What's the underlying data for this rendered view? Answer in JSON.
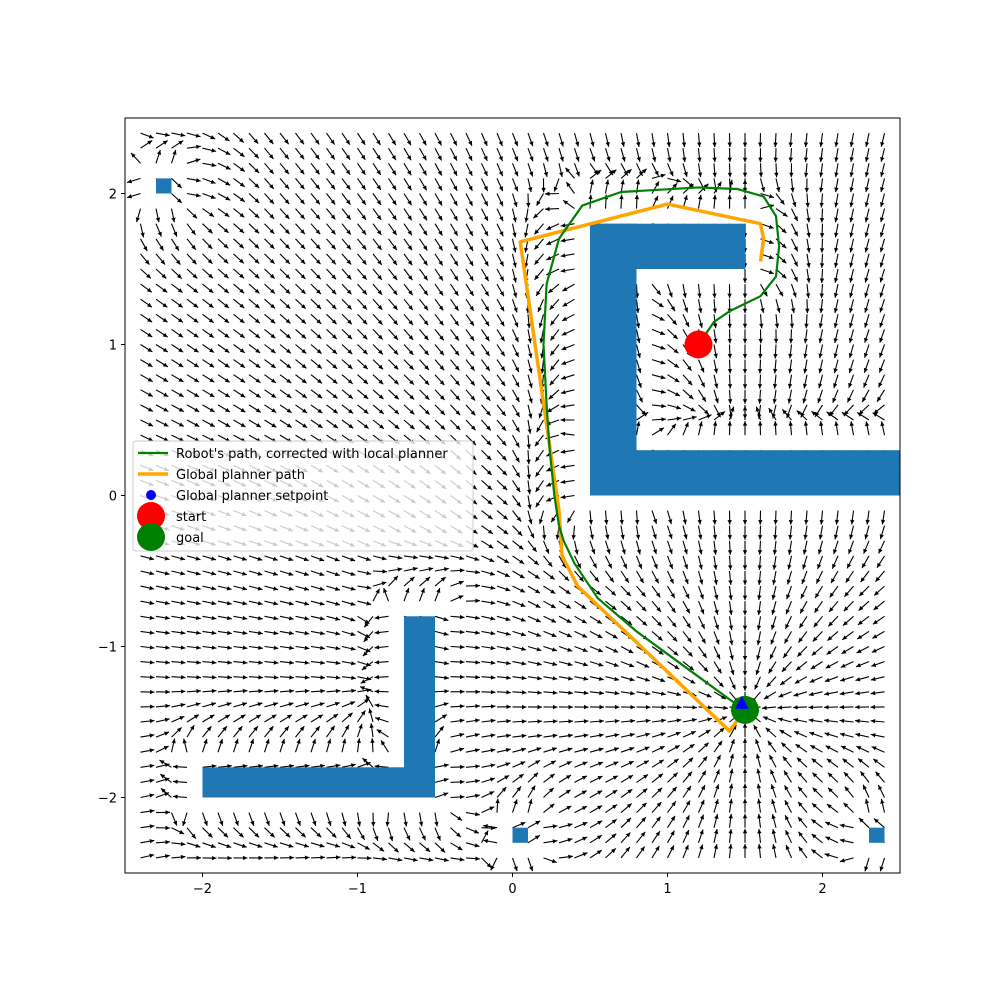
{
  "chart_data": {
    "type": "line",
    "title": "",
    "xlabel": "",
    "ylabel": "",
    "xlim": [
      -2.5,
      2.5
    ],
    "ylim": [
      -2.5,
      2.5
    ],
    "xticks": [
      -2,
      -1,
      0,
      1,
      2
    ],
    "yticks": [
      -2,
      -1,
      0,
      1,
      2
    ],
    "xtick_labels": [
      "−2",
      "−1",
      "0",
      "1",
      "2"
    ],
    "ytick_labels": [
      "−2",
      "−1",
      "0",
      "1",
      "2"
    ],
    "grid": false,
    "legend_position": "center-left",
    "colors": {
      "obstacle": "#1f77b4",
      "robot_path": "#008000",
      "global_path": "#ffa500",
      "setpoint": "#0000ff",
      "start": "#ff0000",
      "goal": "#008000",
      "arrows": "#000000"
    },
    "obstacles": [
      {
        "name": "top-right wall horizontal",
        "x": [
          0.5,
          1.5
        ],
        "y": [
          1.5,
          1.8
        ]
      },
      {
        "name": "top-right wall vertical",
        "x": [
          0.5,
          0.8
        ],
        "y": [
          0.0,
          1.8
        ]
      },
      {
        "name": "right wall bottom",
        "x": [
          0.5,
          2.5
        ],
        "y": [
          0.0,
          0.3
        ]
      },
      {
        "name": "bottom-left wall vertical",
        "x": [
          -0.7,
          -0.5
        ],
        "y": [
          -2.0,
          -0.8
        ]
      },
      {
        "name": "bottom-left wall horizontal",
        "x": [
          -2.0,
          -0.5
        ],
        "y": [
          -2.0,
          -1.8
        ]
      },
      {
        "name": "small block top-left",
        "x": [
          -2.3,
          -2.2
        ],
        "y": [
          2.0,
          2.1
        ]
      },
      {
        "name": "small block bottom-middle",
        "x": [
          0.0,
          0.1
        ],
        "y": [
          -2.3,
          -2.2
        ]
      },
      {
        "name": "small block bottom-right",
        "x": [
          2.3,
          2.4
        ],
        "y": [
          -2.3,
          -2.2
        ]
      }
    ],
    "series": [
      {
        "name": "Robot's path, corrected with local planner",
        "x": [
          1.2,
          1.3,
          1.4,
          1.6,
          1.7,
          1.72,
          1.7,
          1.62,
          1.45,
          1.2,
          0.7,
          0.45,
          0.3,
          0.22,
          0.2,
          0.22,
          0.24,
          0.27,
          0.3,
          0.33,
          0.4,
          0.55,
          0.8,
          1.0,
          1.2,
          1.4,
          1.5
        ],
        "y": [
          1.0,
          1.15,
          1.22,
          1.32,
          1.45,
          1.65,
          1.85,
          1.98,
          2.03,
          2.04,
          2.01,
          1.92,
          1.7,
          1.4,
          1.0,
          0.6,
          0.3,
          0.0,
          -0.2,
          -0.3,
          -0.45,
          -0.68,
          -0.9,
          -1.05,
          -1.2,
          -1.35,
          -1.42
        ]
      },
      {
        "name": "Global planner path",
        "x": [
          1.6,
          1.62,
          1.6,
          1.0,
          0.05,
          0.3,
          0.32,
          0.42,
          1.4,
          1.5
        ],
        "y": [
          1.55,
          1.7,
          1.8,
          1.93,
          1.68,
          -0.1,
          -0.4,
          -0.6,
          -1.56,
          -1.42
        ]
      }
    ],
    "setpoint": {
      "name": "Global planner setpoint",
      "x": 1.48,
      "y": -1.38
    },
    "start": {
      "name": "start",
      "x": 1.2,
      "y": 1.0
    },
    "goal": {
      "name": "goal",
      "x": 1.5,
      "y": -1.42
    },
    "quiver": {
      "x_range": [
        -2.4,
        2.4
      ],
      "y_range": [
        -2.4,
        2.4
      ],
      "step": 0.1,
      "field": "attractive to goal, repulsive from obstacles"
    }
  }
}
